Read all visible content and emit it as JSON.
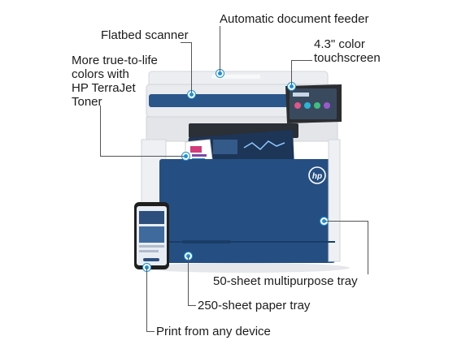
{
  "labels": {
    "adf": "Automatic document feeder",
    "flatbed": "Flatbed scanner",
    "touchscreen_line1": "4.3\" color",
    "touchscreen_line2": "touchscreen",
    "toner_line1": "More true-to-life",
    "toner_line2": "colors with",
    "toner_line3": "HP TerraJet",
    "toner_line4": "Toner",
    "mp_tray": "50-sheet multipurpose tray",
    "paper_tray": "250-sheet paper tray",
    "print_any": "Print from any device"
  },
  "brand": {
    "logo_text": "hp",
    "body_color": "#254f82",
    "frame_color": "#e9ebee",
    "callout_color": "#1e90d8"
  }
}
